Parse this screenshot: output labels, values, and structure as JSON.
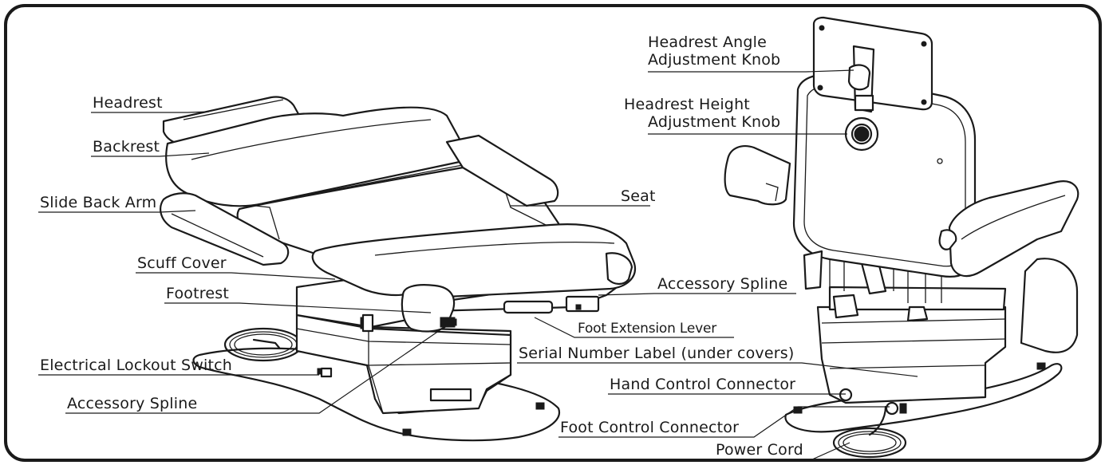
{
  "labels": {
    "headrest": "Headrest",
    "backrest": "Backrest",
    "slide_back_arm": "Slide Back Arm",
    "scuff_cover": "Scuff Cover",
    "footrest": "Footrest",
    "electrical_lockout_switch": "Electrical Lockout Switch",
    "accessory_spline_left": "Accessory Spline",
    "seat": "Seat",
    "accessory_spline_right": "Accessory Spline",
    "foot_extension_lever": "Foot Extension Lever",
    "serial_number_label": "Serial Number Label (under covers)",
    "hand_control_connector": "Hand Control Connector",
    "foot_control_connector": "Foot Control Connector",
    "power_cord": "Power Cord",
    "headrest_angle_line1": "Headrest Angle",
    "headrest_angle_line2": "Adjustment Knob",
    "headrest_height_line1": "Headrest Height",
    "headrest_height_line2": "Adjustment Knob"
  }
}
